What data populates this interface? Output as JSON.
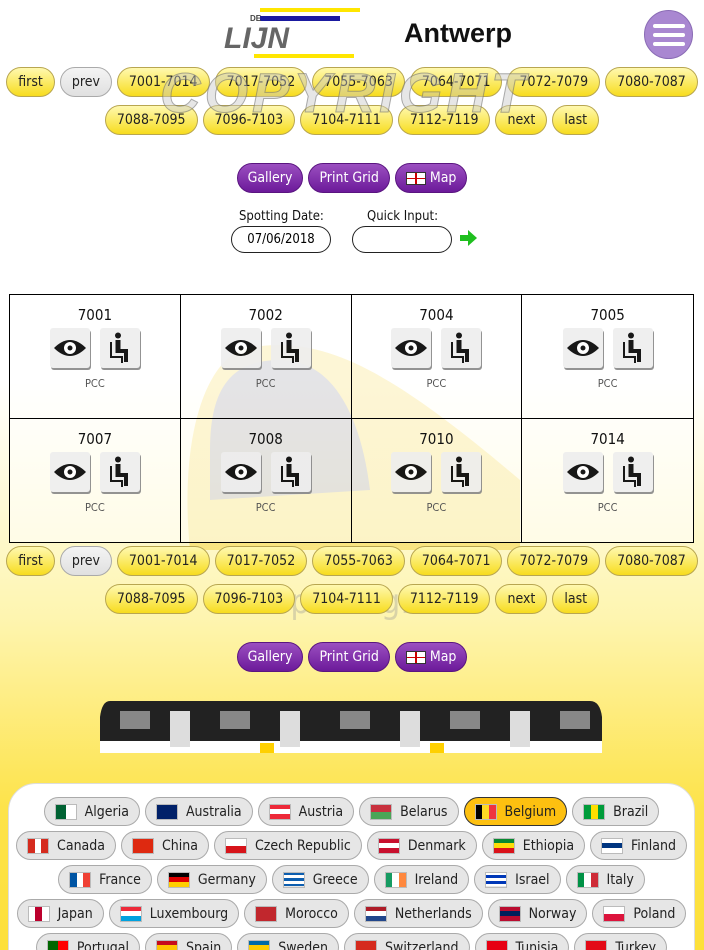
{
  "header": {
    "logo_text": "DE LIJN",
    "title": "Antwerp"
  },
  "nav": {
    "row1": [
      "first",
      "prev",
      "7001-7014",
      "7017-7052",
      "7055-7063",
      "7064-7071",
      "7072-7079",
      "7080-7087"
    ],
    "row2": [
      "7088-7095",
      "7096-7103",
      "7104-7111",
      "7112-7119",
      "next",
      "last"
    ]
  },
  "actions": {
    "gallery": "Gallery",
    "print_grid": "Print Grid",
    "map": "Map"
  },
  "form": {
    "date_label": "Spotting Date:",
    "date_value": "07/06/2018",
    "quick_label": "Quick Input:",
    "quick_value": ""
  },
  "watermarks": [
    "COPYRIGHT",
    "Transporting.com"
  ],
  "vehicles": [
    {
      "num": "7001",
      "type": "PCC"
    },
    {
      "num": "7002",
      "type": "PCC"
    },
    {
      "num": "7004",
      "type": "PCC"
    },
    {
      "num": "7005",
      "type": "PCC"
    },
    {
      "num": "7007",
      "type": "PCC"
    },
    {
      "num": "7008",
      "type": "PCC"
    },
    {
      "num": "7010",
      "type": "PCC"
    },
    {
      "num": "7014",
      "type": "PCC"
    }
  ],
  "countries": [
    [
      {
        "n": "Algeria",
        "f": [
          "#006233",
          "#fff"
        ],
        "d": "v"
      },
      {
        "n": "Australia",
        "f": [
          "#012169",
          "#012169"
        ],
        "d": "v"
      },
      {
        "n": "Austria",
        "f": [
          "#ed2939",
          "#fff",
          "#ed2939"
        ],
        "d": "h"
      },
      {
        "n": "Belarus",
        "f": [
          "#c8313e",
          "#4aa657"
        ],
        "d": "h"
      },
      {
        "n": "Belgium",
        "f": [
          "#000",
          "#fdda24",
          "#ef3340"
        ],
        "d": "v",
        "sel": true
      },
      {
        "n": "Brazil",
        "f": [
          "#009c3b",
          "#ffdf00",
          "#009c3b"
        ],
        "d": "v"
      }
    ],
    [
      {
        "n": "Canada",
        "f": [
          "#d52b1e",
          "#fff",
          "#d52b1e"
        ],
        "d": "v"
      },
      {
        "n": "China",
        "f": [
          "#de2910"
        ],
        "d": "v"
      },
      {
        "n": "Czech Republic",
        "f": [
          "#fff",
          "#d7141a"
        ],
        "d": "h"
      },
      {
        "n": "Denmark",
        "f": [
          "#c8102e",
          "#fff",
          "#c8102e"
        ],
        "d": "h"
      },
      {
        "n": "Ethiopia",
        "f": [
          "#078930",
          "#fcdd09",
          "#da121a"
        ],
        "d": "h"
      },
      {
        "n": "Finland",
        "f": [
          "#fff",
          "#003580",
          "#fff"
        ],
        "d": "h"
      }
    ],
    [
      {
        "n": "France",
        "f": [
          "#0055a4",
          "#fff",
          "#ef4135"
        ],
        "d": "v"
      },
      {
        "n": "Germany",
        "f": [
          "#000",
          "#dd0000",
          "#ffce00"
        ],
        "d": "h"
      },
      {
        "n": "Greece",
        "f": [
          "#0d5eaf",
          "#fff",
          "#0d5eaf",
          "#fff",
          "#0d5eaf"
        ],
        "d": "h"
      },
      {
        "n": "Ireland",
        "f": [
          "#169b62",
          "#fff",
          "#ff883e"
        ],
        "d": "v"
      },
      {
        "n": "Israel",
        "f": [
          "#fff",
          "#0038b8",
          "#fff",
          "#0038b8",
          "#fff"
        ],
        "d": "h"
      },
      {
        "n": "Italy",
        "f": [
          "#009246",
          "#fff",
          "#ce2b37"
        ],
        "d": "v"
      }
    ],
    [
      {
        "n": "Japan",
        "f": [
          "#fff",
          "#bc002d",
          "#fff"
        ],
        "d": "v"
      },
      {
        "n": "Luxembourg",
        "f": [
          "#ed2939",
          "#fff",
          "#00a1de"
        ],
        "d": "h"
      },
      {
        "n": "Morocco",
        "f": [
          "#c1272d"
        ],
        "d": "h"
      },
      {
        "n": "Netherlands",
        "f": [
          "#ae1c28",
          "#fff",
          "#21468b"
        ],
        "d": "h"
      },
      {
        "n": "Norway",
        "f": [
          "#ba0c2f",
          "#00205b",
          "#ba0c2f"
        ],
        "d": "h"
      },
      {
        "n": "Poland",
        "f": [
          "#fff",
          "#dc143c"
        ],
        "d": "h"
      }
    ],
    [
      {
        "n": "Portugal",
        "f": [
          "#006600",
          "#ff0000"
        ],
        "d": "v"
      },
      {
        "n": "Spain",
        "f": [
          "#c60b1e",
          "#ffc400",
          "#c60b1e"
        ],
        "d": "h"
      },
      {
        "n": "Sweden",
        "f": [
          "#006aa7",
          "#fecc00",
          "#006aa7"
        ],
        "d": "h"
      },
      {
        "n": "Switzerland",
        "f": [
          "#d52b1e"
        ],
        "d": "h"
      },
      {
        "n": "Tunisia",
        "f": [
          "#e70013"
        ],
        "d": "h"
      },
      {
        "n": "Turkey",
        "f": [
          "#e30a17"
        ],
        "d": "h"
      }
    ]
  ]
}
